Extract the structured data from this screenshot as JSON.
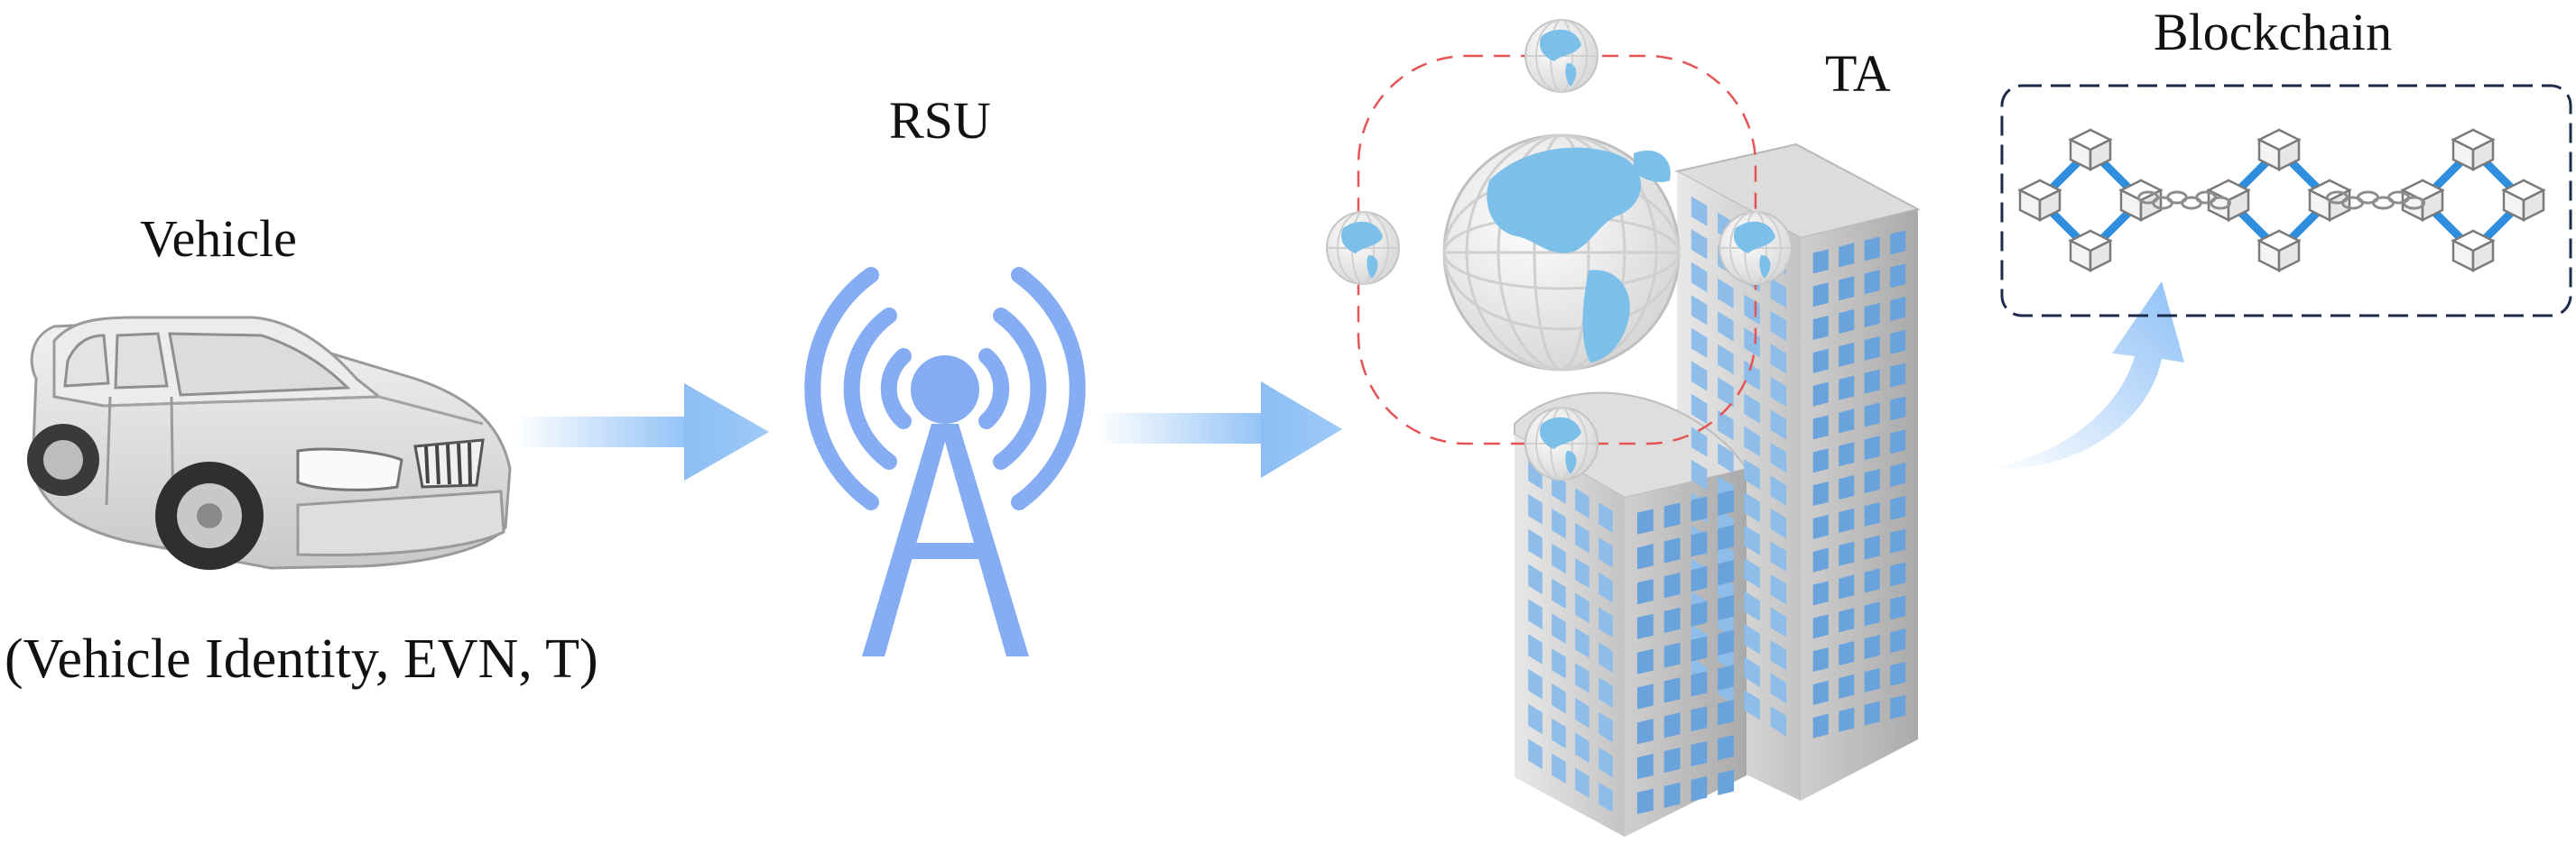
{
  "nodes": {
    "vehicle": {
      "label": "Vehicle",
      "icon": "car-icon"
    },
    "rsu": {
      "label": "RSU",
      "icon": "radio-tower-icon"
    },
    "ta": {
      "label": "TA",
      "icon": "office-building-icon"
    },
    "blockchain": {
      "label": "Blockchain",
      "icon": "blockchain-icon"
    }
  },
  "payload": "(Vehicle Identity, EVN, T)",
  "colors": {
    "arrow": "#8ec0f6",
    "tower": "#86adf3",
    "globe_land": "#7cc0ea",
    "building_glass": "#7fb2e3",
    "ring_dash": "#e55454",
    "frame_dash": "#1e2a4a",
    "chain_blue": "#2f8fde"
  }
}
